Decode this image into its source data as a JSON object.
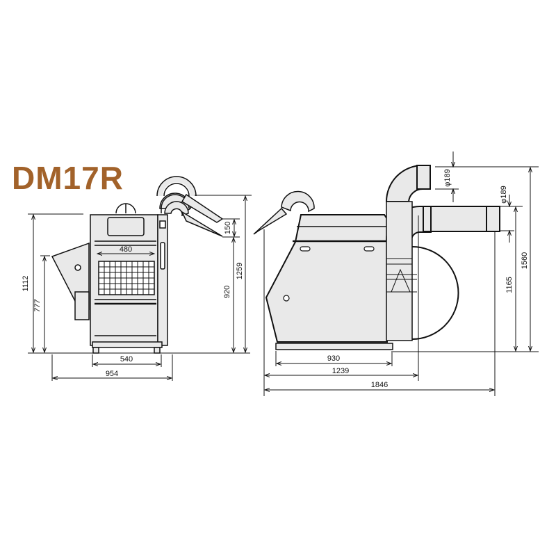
{
  "title": "DM17R",
  "colors": {
    "title": "#a2622a",
    "line": "#111111",
    "fill": "#e9e9e9"
  },
  "front_view": {
    "dimensions": {
      "total_height": "1112",
      "hopper_height": "777",
      "inner_width": "480",
      "base_width": "540",
      "total_width": "954",
      "outlet_offset": "150",
      "outlet_lower_height": "920",
      "outlet_upper_height": "1259"
    }
  },
  "side_view": {
    "dimensions": {
      "upper_duct_diameter": "φ189",
      "lower_duct_diameter": "φ189",
      "lower_duct_height": "1165",
      "total_height": "1560",
      "base_length": "930",
      "body_length": "1239",
      "total_length": "1846"
    }
  }
}
